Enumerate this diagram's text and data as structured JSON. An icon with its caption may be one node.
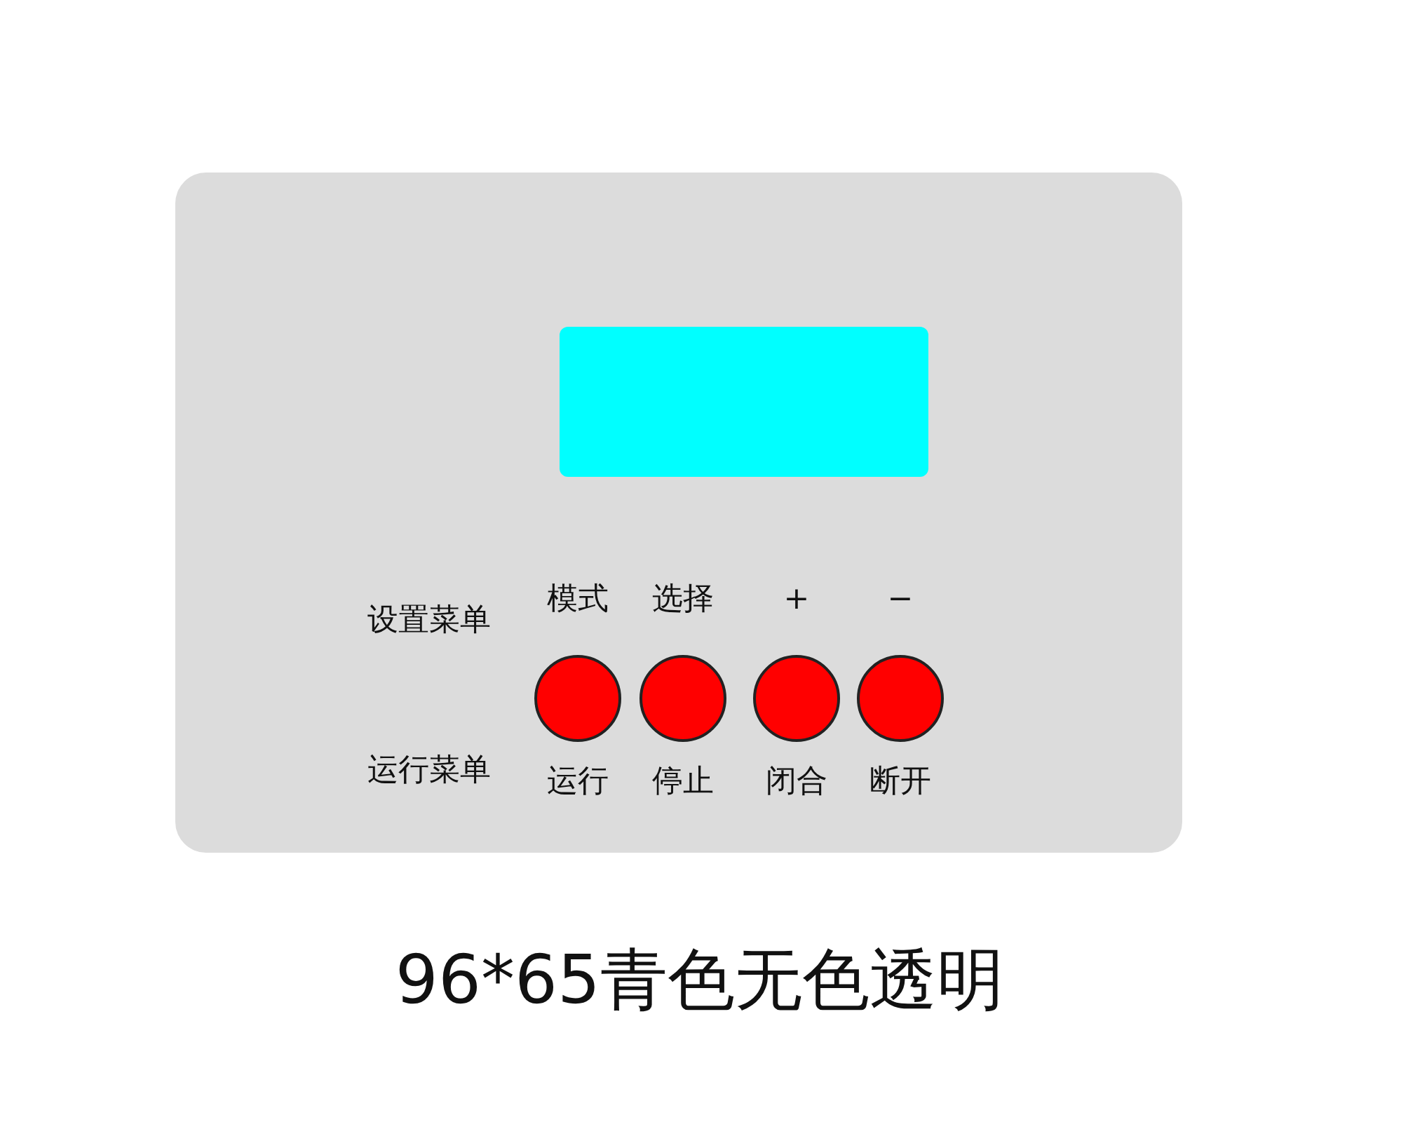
{
  "diagram": {
    "caption": "96*65青色无色透明",
    "nodes": [
      {
        "text": [],
        "shape": "box"
      },
      {
        "text": [],
        "shape": "box",
        "in": 0
      },
      {
        "text": [],
        "shape": "circle",
        "in": 0,
        "beside": [
          "模式",
          "运行"
        ]
      },
      {
        "text": [],
        "shape": "circle",
        "in": 0,
        "beside": [
          "选择",
          "停止"
        ]
      },
      {
        "text": [],
        "shape": "circle",
        "in": 0,
        "beside": [
          "+",
          "闭合"
        ]
      },
      {
        "text": [],
        "shape": "circle",
        "in": 0,
        "beside": [
          "−",
          "断开"
        ]
      }
    ],
    "labels": [
      "设置菜单",
      "运行菜单"
    ]
  }
}
